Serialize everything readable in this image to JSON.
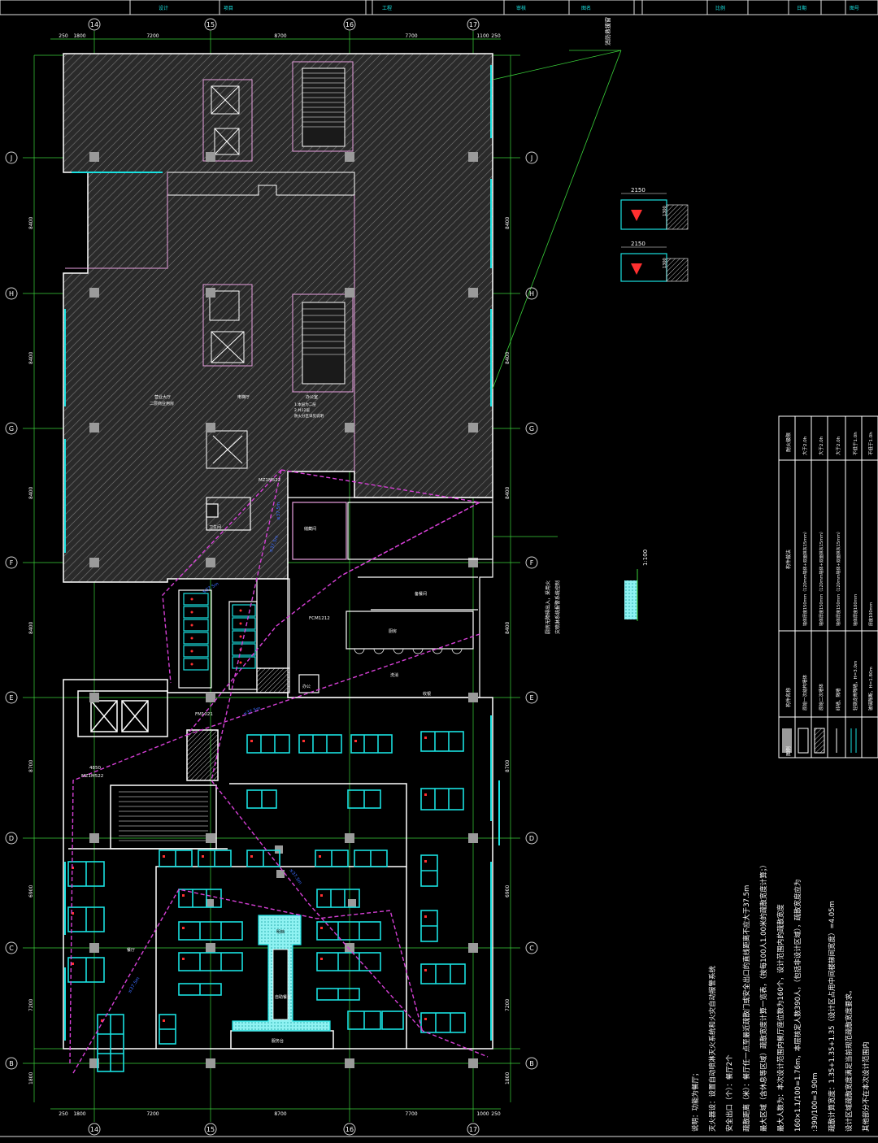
{
  "colors": {
    "background": "#000000",
    "wall": "#ffffff",
    "grid_line": "#3ad13a",
    "cyan": "#19e0e0",
    "magenta": "#d640d6",
    "hatch": "#8a8a8a",
    "room_line": "#e8a0e0",
    "blue_text": "#3a6bff",
    "red": "#ff3030",
    "yellow": "#ffe040",
    "bubble": "#cfcfcf"
  },
  "top_dims": [
    "250",
    "1800",
    "7200",
    "8700",
    "7700",
    "1100",
    "250"
  ],
  "bottom_dims": [
    "250",
    "1800",
    "7200",
    "8700",
    "7700",
    "1000",
    "250"
  ],
  "column_axes": [
    "14",
    "15",
    "16",
    "17"
  ],
  "row_axes": [
    "J",
    "H",
    "G",
    "F",
    "E",
    "D",
    "C",
    "B"
  ],
  "left_dims": [
    "8400",
    "8400",
    "8400",
    "8400",
    "8700",
    "6900",
    "7200",
    "1800"
  ],
  "right_dims": [
    "8400",
    "8400",
    "8400",
    "8400",
    "8700",
    "6900",
    "7200",
    "1800"
  ],
  "labels": {
    "fire_boundary": "消防救援窗",
    "fire_area_note1": "厨房无障碍出入，采用火",
    "fire_area_note2": "灾喷淋系统报警系统控制",
    "window_dim_a": "2150",
    "window_dim_b": "2150",
    "window_h_a": "1300",
    "window_h_b": "1300",
    "scale": "1:100",
    "door_mz1": "MZ1M522",
    "door_mz2": "MZ1M522",
    "door_fcm": "FCM1212",
    "door_fm": "FM1021",
    "dist_a": "≤37.5m",
    "dist_b": "≤37.5m",
    "dist_c": "≤37.5m",
    "dist_d": "≤37.5m",
    "dist_e": "≤37.5m",
    "dist_f": "≤37.5m",
    "left_dim_small": "4850",
    "rooms": {
      "upper_hall_a": "营业大厅",
      "upper_hall_b": "二层商业用房",
      "upper_lobby": "电梯厅",
      "upper_office": "办公室",
      "stair_note_1": "1.本层为二层",
      "stair_note_2": "2.共12层",
      "stair_note_3": "防火分区详见说明",
      "toilet": "卫生间",
      "storage": "储藏间",
      "kitchen": "厨房",
      "prep": "备餐间",
      "wash": "洗消",
      "office": "办公",
      "cashier": "收银",
      "dining_counter": "明档",
      "hall_mid": "餐厅",
      "buffet": "自助餐台",
      "service": "服务台"
    }
  },
  "notes": [
    "说明：功能为餐厅；",
    "灭火器设：设置自动喷淋灭火系统和火灾自动报警系统",
    "安全出口（个）：餐厅2个",
    "疏散距离（米）：餐厅任一点至最近疏散门或安全出口的直线距离不应大于37.5m",
    "最大区域（含休息等区域）疏散宽度计算一览表，（按每100人1.00米的疏散宽度计算；）",
    "最大人数为：本次设计范围内餐厅座位数为160个，设计范围内的疏散宽度",
    "160×1.1/100=1.76m，本层核定人数390人，（包括非设计区域），疏散宽度应为",
    ":390/100=3.90m",
    "疏散计算宽度：1.35+1.35+1.35（设计区占用中间楼梯间宽度）=4.05m",
    "设计区域疏散宽度满足当前规范疏散宽度要求。",
    "其他部分不在本次设计范围内"
  ],
  "legend": {
    "headers": [
      "图例",
      "构件名称",
      "构件做法",
      "耐火极限"
    ],
    "rows": [
      {
        "name": "原始一次结构墙体",
        "method": "墙体厚度150mm（120mm墙体+双面抹灰15mm）",
        "limit": "大于2.0h"
      },
      {
        "name": "原始二次墙体",
        "method": "墙体厚度150mm（120mm墙体+双面抹灰15mm）",
        "limit": "大于2.0h"
      },
      {
        "name": "砖墙、隔墙",
        "method": "墙体厚度150mm（120mm墙体+双面抹灰15mm）",
        "limit": "大于2.0h"
      },
      {
        "name": "轻钢龙骨隔墙，H=3.0m",
        "method": "墙体厚度100mm",
        "limit": "不低于1.0h"
      },
      {
        "name": "玻璃隔断，H=1.80m",
        "method": "厚度100mm",
        "limit": "不低于1.0h"
      }
    ]
  },
  "title_block": [
    "设计",
    "项目",
    "工程",
    "审核",
    "图名",
    "比例",
    "日期",
    "图号"
  ]
}
